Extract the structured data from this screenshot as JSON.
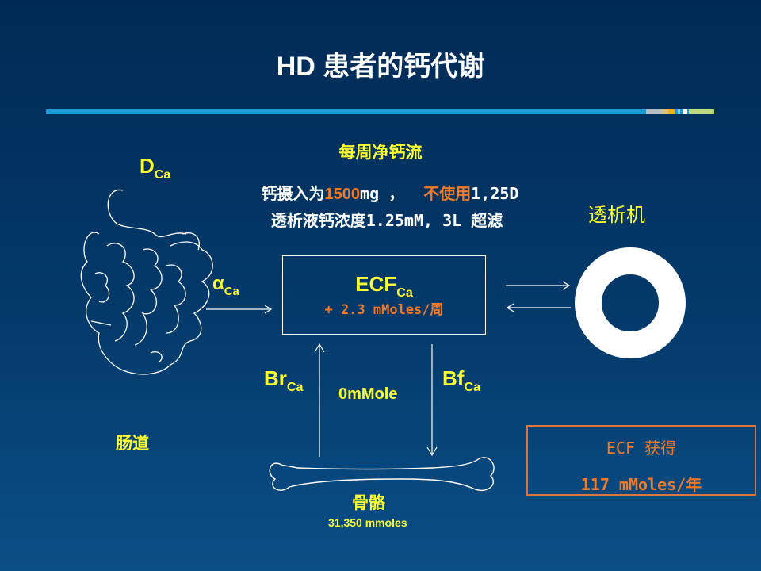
{
  "title": "HD 患者的钙代谢",
  "weekly": {
    "heading": "每周净钙流",
    "line1_a": "钙摄入为",
    "line1_b": "1500",
    "line1_c": "mg ，  ",
    "line1_d": "不使用",
    "line1_e": "1,25D",
    "line2": "透析液钙浓度1.25mM, 3L 超滤"
  },
  "labels": {
    "dca_main": "D",
    "dca_sub": "Ca",
    "aca_main": "α",
    "aca_sub": "Ca",
    "intestine": "肠道",
    "dialyzer": "透析机",
    "ecf_main": "ECF",
    "ecf_sub": "Ca",
    "ecf_value": "+ 2.3 mMoles/周",
    "br_main": "Br",
    "br_sub": "Ca",
    "bf_main": "Bf",
    "bf_sub": "Ca",
    "zero": "0mMole",
    "bone": "骨骼",
    "bone_value": "31,350 mmoles"
  },
  "gain_box": {
    "line1": "ECF 获得",
    "line2": "117 mMoles/年"
  },
  "colors": {
    "yellow": "#ffff33",
    "orange": "#f07a2a",
    "accent_bar": "#1e9ad6"
  }
}
